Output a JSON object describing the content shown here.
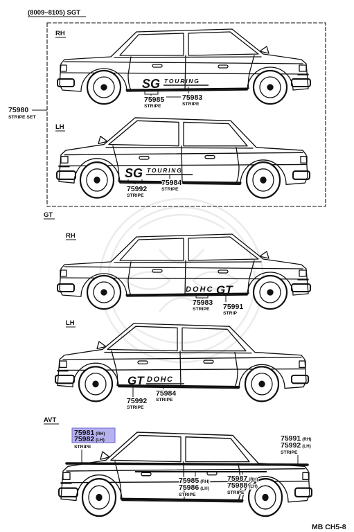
{
  "header": {
    "title": "(8009–8105) SGT"
  },
  "sgt": {
    "set_part_no": "75980",
    "set_name": "STRIPE SET",
    "rh": {
      "label": "RH",
      "decal_main": "SG",
      "decal_word": "TOURING",
      "parts": [
        {
          "no": "75985",
          "name": "STRIPE"
        },
        {
          "no": "75983",
          "name": "STRIPE"
        }
      ]
    },
    "lh": {
      "label": "LH",
      "decal_main": "SG",
      "decal_word": "TOURING",
      "parts": [
        {
          "no": "75992",
          "name": "STRIPE"
        },
        {
          "no": "75984",
          "name": "STRIPE"
        }
      ]
    }
  },
  "gt": {
    "label": "GT",
    "rh": {
      "label": "RH",
      "decal_main": "GT",
      "decal_word": "DOHC",
      "parts": [
        {
          "no": "75983",
          "name": "STRIPE"
        },
        {
          "no": "75991",
          "name": "STRIP"
        }
      ]
    },
    "lh": {
      "label": "LH",
      "decal_main": "GT",
      "decal_word": "DOHC",
      "parts": [
        {
          "no": "75992",
          "name": "STRIPE"
        },
        {
          "no": "75984",
          "name": "STRIPE"
        }
      ]
    }
  },
  "avt": {
    "label": "AVT",
    "rh_tag": "(RH)",
    "lh_tag": "(LH)",
    "parts": [
      {
        "rh_no": "75981",
        "lh_no": "75982",
        "name": "STRIPE",
        "highlighted": true
      },
      {
        "rh_no": "75991",
        "lh_no": "75992",
        "name": "STRIPE"
      },
      {
        "rh_no": "75985",
        "lh_no": "75986",
        "name": "STRIPE"
      },
      {
        "rh_no": "75987",
        "lh_no": "75988",
        "name": "STRIPE"
      }
    ]
  },
  "footer": {
    "code": "MB CH5-8"
  },
  "colors": {
    "ink": "#111111",
    "highlight_fill": "#b6b1ef",
    "highlight_border": "#6d67cc"
  }
}
